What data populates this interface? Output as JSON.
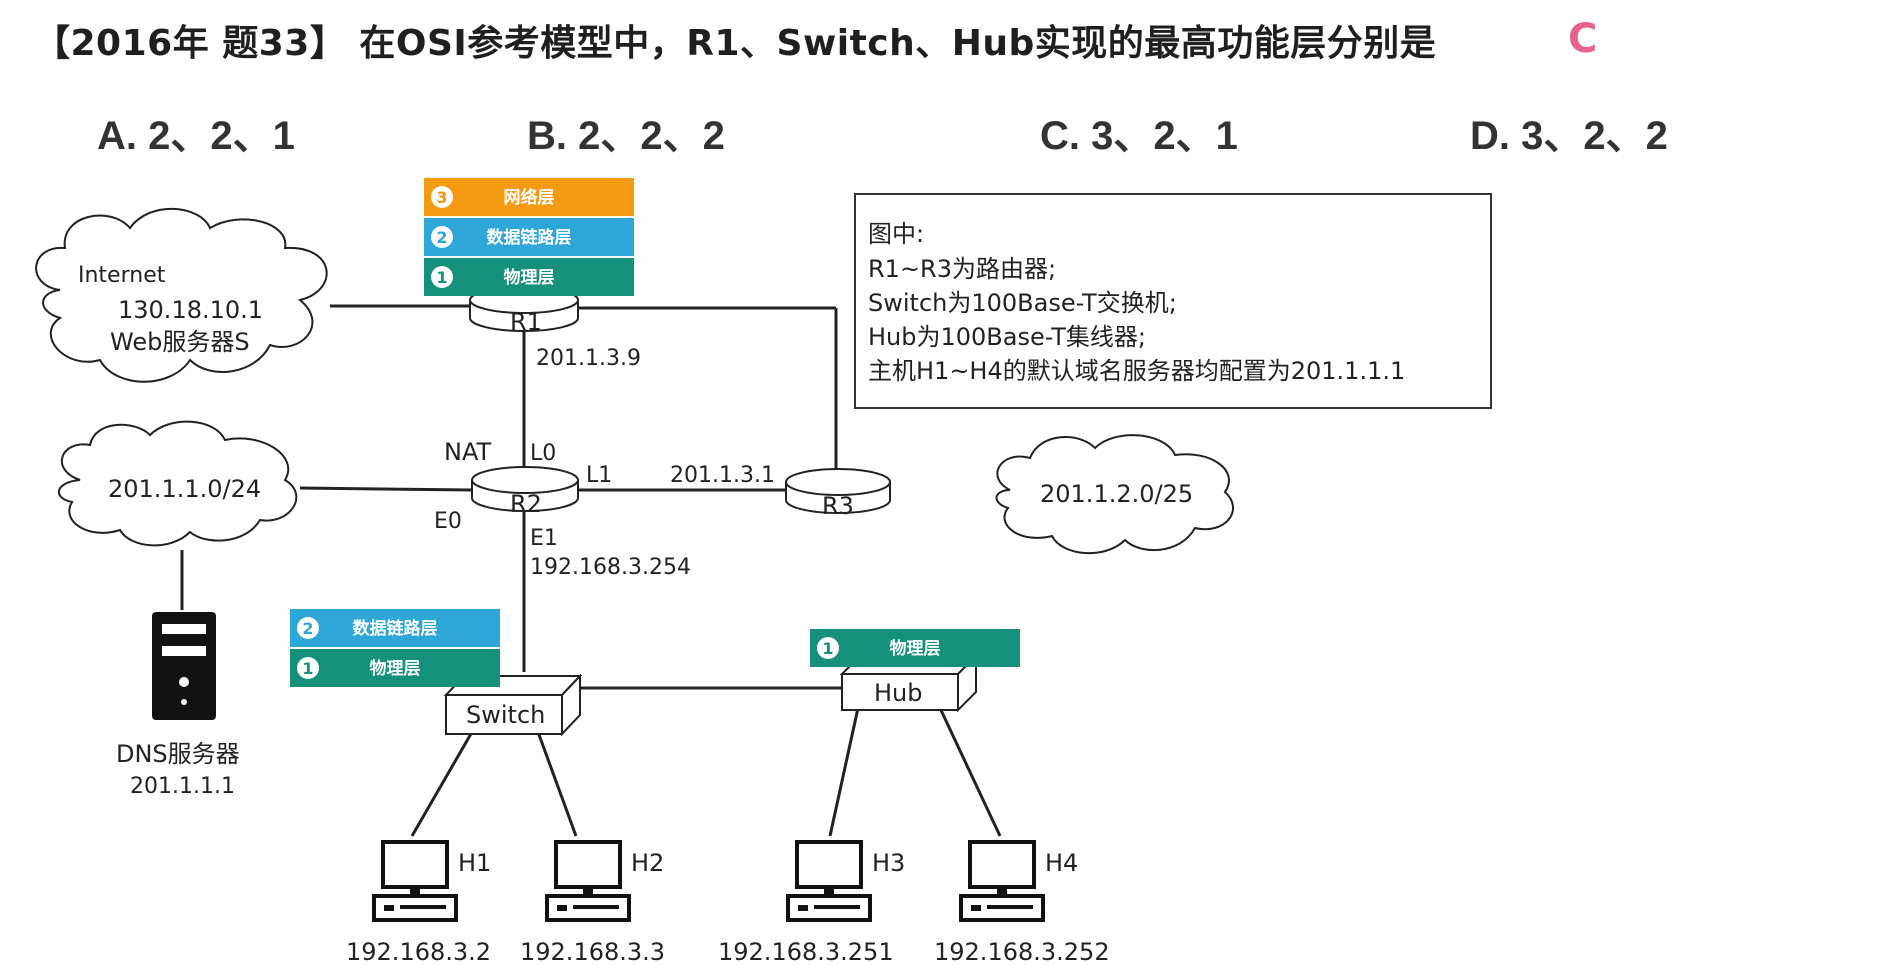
{
  "question": {
    "text": "【2016年 题33】 在OSI参考模型中，R1、Switch、Hub实现的最高功能层分别是",
    "answer": "C"
  },
  "options": [
    {
      "label": "A. 2、2、1"
    },
    {
      "label": "B. 2、2、2"
    },
    {
      "label": "C. 3、2、1"
    },
    {
      "label": "D. 3、2、2"
    }
  ],
  "colors": {
    "network_layer": "#f59a13",
    "datalink_layer": "#2ea6d8",
    "physical_layer": "#15907a",
    "answer": "#e8638a"
  },
  "layer_stacks": {
    "r1": [
      "网络层",
      "数据链路层",
      "物理层"
    ],
    "r1_nums": [
      "3",
      "2",
      "1"
    ],
    "switch": [
      "数据链路层",
      "物理层"
    ],
    "switch_nums": [
      "2",
      "1"
    ],
    "hub": [
      "物理层"
    ],
    "hub_nums": [
      "1"
    ]
  },
  "notes": {
    "title": "图中:",
    "lines": [
      "R1~R3为路由器;",
      "Switch为100Base-T交换机;",
      "Hub为100Base-T集线器;",
      "主机H1~H4的默认域名服务器均配置为201.1.1.1"
    ]
  },
  "clouds": {
    "internet": [
      "Internet",
      "130.18.10.1",
      "Web服务器S"
    ],
    "net1": "201.1.1.0/24",
    "net2": "201.1.2.0/25"
  },
  "routers": {
    "r1": "R1",
    "r2": "R2",
    "r3": "R3"
  },
  "interfaces": {
    "r1_addr": "201.1.3.9",
    "nat": "NAT",
    "l0": "L0",
    "l1": "L1",
    "l1_addr": "201.1.3.1",
    "e0": "E0",
    "e1": "E1",
    "e1_addr": "192.168.3.254"
  },
  "devices": {
    "switch": "Switch",
    "hub": "Hub"
  },
  "dns": {
    "name": "DNS服务器",
    "ip": "201.1.1.1"
  },
  "hosts": [
    {
      "name": "H1",
      "ip": "192.168.3.2"
    },
    {
      "name": "H2",
      "ip": "192.168.3.3"
    },
    {
      "name": "H3",
      "ip": "192.168.3.251"
    },
    {
      "name": "H4",
      "ip": "192.168.3.252"
    }
  ]
}
